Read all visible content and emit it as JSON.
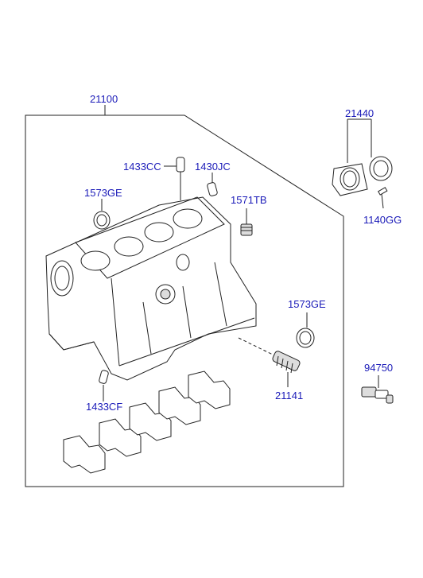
{
  "labels": {
    "block": "21100",
    "seal_assy": "21440",
    "bolt_seal": "1140GG",
    "dowel_top": "1433CC",
    "pin": "1430JC",
    "plug_left": "1573GE",
    "plug_top": "1571TB",
    "plug_right": "1573GE",
    "oil_jet": "21141",
    "dowel_bottom": "1433CF",
    "sensor": "94750"
  },
  "colors": {
    "label": "#1a1ab8",
    "line": "#222222",
    "shade": "#dddddd"
  }
}
